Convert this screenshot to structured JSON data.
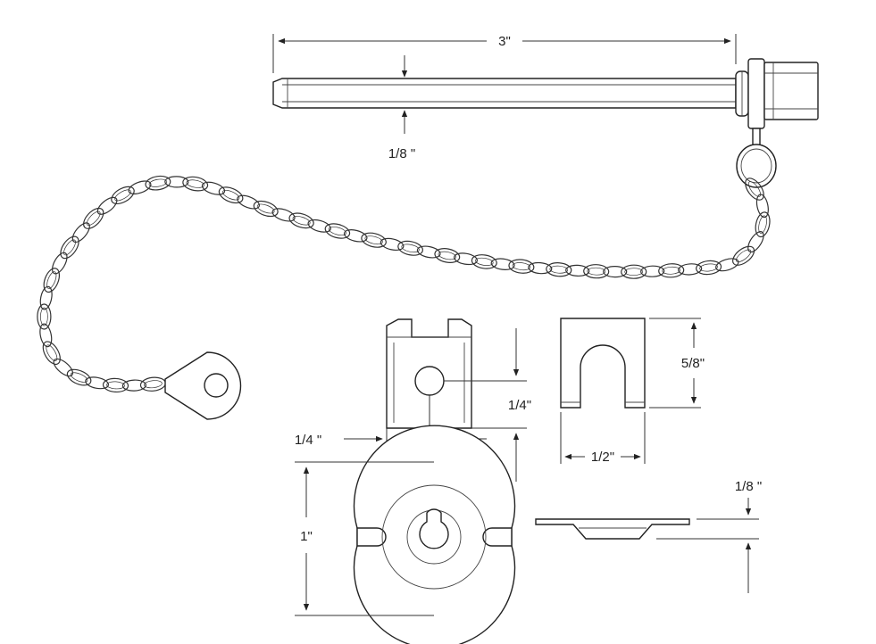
{
  "dimensions": {
    "pin_length": "3\"",
    "pin_diameter": "1/8 \"",
    "clip_hole_offset_horizontal": "1/4 \"",
    "clip_hole_offset_vertical": "1/4\"",
    "clip_height": "5/8\"",
    "clip_width": "1/2\"",
    "washer_diameter": "1\"",
    "washer_thickness": "1/8 \""
  },
  "parts": [
    "hitch-pin",
    "chain",
    "eyelet-tab",
    "retaining-clip-front",
    "retaining-clip-slotted",
    "washer-top",
    "washer-side"
  ]
}
